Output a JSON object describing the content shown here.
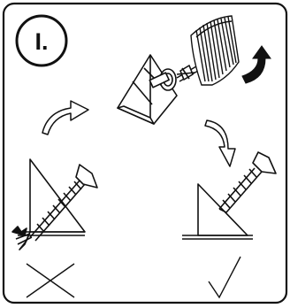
{
  "step": {
    "label": "I."
  },
  "colors": {
    "ink": "#111111",
    "paper": "#ffffff"
  },
  "panels": [
    {
      "name": "wrong-mounting",
      "mark_icon": "cross-icon"
    },
    {
      "name": "correct-mounting",
      "mark_icon": "check-icon"
    }
  ]
}
